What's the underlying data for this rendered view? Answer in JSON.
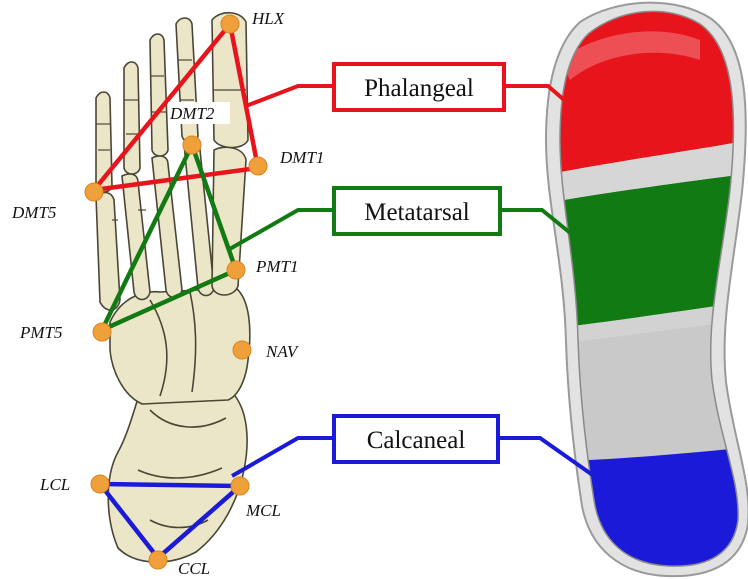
{
  "landmarks": [
    {
      "id": "hlx",
      "label": "HLX"
    },
    {
      "id": "dmt2",
      "label": "DMT2"
    },
    {
      "id": "dmt1",
      "label": "DMT1"
    },
    {
      "id": "dmt5",
      "label": "DMT5"
    },
    {
      "id": "pmt1",
      "label": "PMT1"
    },
    {
      "id": "pmt5",
      "label": "PMT5"
    },
    {
      "id": "nav",
      "label": "NAV"
    },
    {
      "id": "lcl",
      "label": "LCL"
    },
    {
      "id": "mcl",
      "label": "MCL"
    },
    {
      "id": "ccl",
      "label": "CCL"
    }
  ],
  "regions": [
    {
      "id": "phalangeal",
      "label": "Phalangeal",
      "color": "#e8141b"
    },
    {
      "id": "metatarsal",
      "label": "Metatarsal",
      "color": "#127a12"
    },
    {
      "id": "calcaneal",
      "label": "Calcaneal",
      "color": "#1a1ad8"
    }
  ],
  "colors": {
    "landmark_dot": "#f0a03a",
    "bone": "#ece6c8",
    "bone_outline": "#4a4636",
    "insole_gray": "#c9c9c9",
    "insole_rim": "#e2e2e2"
  }
}
